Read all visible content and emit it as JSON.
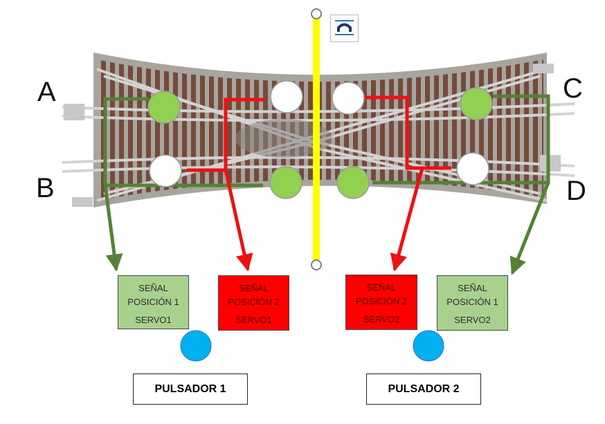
{
  "track_labels": {
    "a": "A",
    "b": "B",
    "c": "C",
    "d": "D"
  },
  "servo1": {
    "pos1": {
      "line1": "SEÑAL",
      "line2": "POSICIÓN 1",
      "line3": "SERVO1"
    },
    "pos2": {
      "line1": "SEÑAL",
      "line2": "POSICIÓN 2",
      "line3": "SERVO1"
    }
  },
  "servo2": {
    "pos2": {
      "line1": "SEÑAL",
      "line2": "POSICIÓN 2",
      "line3": "SERVO2"
    },
    "pos1": {
      "line1": "SEÑAL",
      "line2": "POSICIÓN 1",
      "line3": "SERVO2"
    }
  },
  "buttons": {
    "pulsador1": "PULSADOR 1",
    "pulsador2": "PULSADOR 2"
  },
  "colors": {
    "signal_green": "#92d050",
    "route_green": "#548235",
    "route_red": "#ee1111",
    "button_blue": "#00b0f0",
    "divider_yellow": "#ffff00",
    "ballast": "#a8a49e",
    "ties": "#6b3a2a",
    "rails": "#d0d0d0"
  },
  "icons": {
    "toolbar": "tunnel-icon"
  }
}
